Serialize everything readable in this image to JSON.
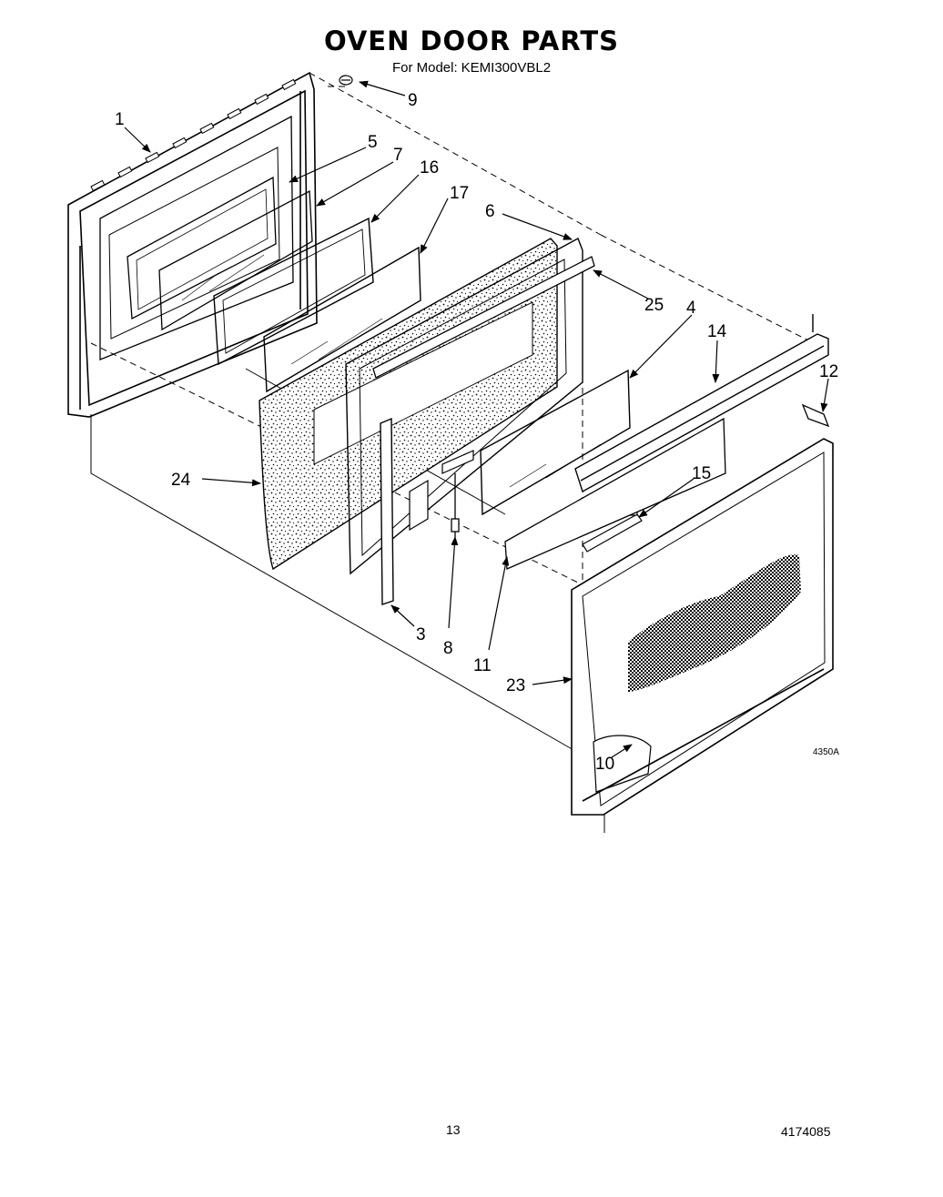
{
  "title": "OVEN DOOR PARTS",
  "subtitle": {
    "prefix": "For Model:",
    "model": "KEMI300VBL2"
  },
  "figure_code": "4350A",
  "page_number": "13",
  "document_number": "4174085",
  "callouts": [
    {
      "id": "callout-1",
      "text": "1"
    },
    {
      "id": "callout-9",
      "text": "9"
    },
    {
      "id": "callout-5",
      "text": "5"
    },
    {
      "id": "callout-7",
      "text": "7"
    },
    {
      "id": "callout-16",
      "text": "16"
    },
    {
      "id": "callout-17",
      "text": "17"
    },
    {
      "id": "callout-6",
      "text": "6"
    },
    {
      "id": "callout-25",
      "text": "25"
    },
    {
      "id": "callout-4",
      "text": "4"
    },
    {
      "id": "callout-14",
      "text": "14"
    },
    {
      "id": "callout-12",
      "text": "12"
    },
    {
      "id": "callout-15",
      "text": "15"
    },
    {
      "id": "callout-24",
      "text": "24"
    },
    {
      "id": "callout-3",
      "text": "3"
    },
    {
      "id": "callout-8",
      "text": "8"
    },
    {
      "id": "callout-11",
      "text": "11"
    },
    {
      "id": "callout-23",
      "text": "23"
    },
    {
      "id": "callout-10",
      "text": "10"
    }
  ]
}
